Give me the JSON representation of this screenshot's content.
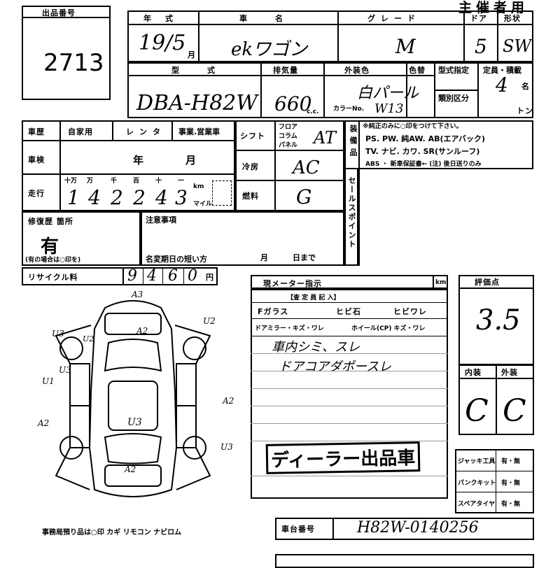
{
  "lot": {
    "label": "出品番号",
    "number": "2713"
  },
  "header_title": "主催者用",
  "row1": {
    "nenshiki_label": "年式",
    "nenshiki_value": "19/5",
    "nenshiki_month": "月",
    "name_label": "車名",
    "name_value": "ekワゴン",
    "grade_label": "グレード",
    "grade_value": "M",
    "door_label": "ドア",
    "door_value": "5",
    "form_label": "形状",
    "form_value": "SW"
  },
  "row2": {
    "model_label": "型式",
    "model_value": "DBA-H82W",
    "cc_label": "排気量",
    "cc_value": "660",
    "cc_unit": "c.c.",
    "exterior_label": "外装色",
    "exterior_value": "白パール",
    "colorcode_label": "色替",
    "color_no_label": "カラーNo.",
    "color_no_value": "W13",
    "spec_label": "型式指定",
    "class_label": "類別区分",
    "capacity_label": "定員・積載",
    "capacity_value": "4",
    "capacity_unit": "名",
    "ton_unit": "トン"
  },
  "history": {
    "label": "車歴",
    "own": "自家用",
    "rental": "レンタ",
    "business": "事業.営業車"
  },
  "inspection": {
    "label": "車検",
    "year": "年",
    "month": "月"
  },
  "mileage": {
    "label": "走行",
    "digit_labels": [
      "十万",
      "万",
      "千",
      "百",
      "十",
      "一"
    ],
    "digits": [
      "1",
      "4",
      "2",
      "2",
      "4",
      "3"
    ],
    "unit_km": "km",
    "unit_mile": "マイル"
  },
  "shift": {
    "label": "シフト",
    "floor": "フロア",
    "column": "コラム",
    "panel": "パネル",
    "value": "AT"
  },
  "cooler": {
    "label": "冷房",
    "value": "AC"
  },
  "fuel": {
    "label": "燃料",
    "value": "G"
  },
  "equipment": {
    "label": "装備品",
    "note": "※純正のみに○印をつけて下さい。",
    "line1": "PS. PW. 純AW. AB(エアバック)",
    "line2": "TV. ナビ. カワ. SR(サンルーフ)",
    "line3": "ABS ・ 新車保証書← (注) 後日送りのみ"
  },
  "sales_point_label": "セールスポイント",
  "repair": {
    "label": "修復歴 箇所",
    "value": "有",
    "note": "(有の場合は○印を)"
  },
  "notes": {
    "label": "注意事項",
    "rename_label": "名変期日の短い方",
    "month": "月",
    "day": "日まで"
  },
  "recycle": {
    "label": "リサイクル料",
    "digits": [
      "9",
      "4",
      "6",
      "0"
    ],
    "unit": "円"
  },
  "meter": {
    "label": "現メーター指示",
    "unit": "km"
  },
  "inspector": {
    "label": "【査 定 員 記 入】",
    "glass_label": "Fガラス",
    "glass_a": "ヒビ石",
    "glass_b": "ヒビワレ",
    "mirror_label": "ドアミラー・キズ・ワレ",
    "wheel_label": "ホイール(CP) キズ・ワレ",
    "remark1": "車内シミ、スレ",
    "remark2": "ドアコアダポースレ"
  },
  "dealer_stamp": "ディーラー出品車",
  "score": {
    "label": "評価点",
    "value": "3.5"
  },
  "interior": {
    "label": "内装",
    "value": "C"
  },
  "exterior_grade": {
    "label": "外装",
    "value": "C"
  },
  "kits": [
    {
      "label": "ジャッキ工具",
      "value": "有・無"
    },
    {
      "label": "パンクキット",
      "value": "有・無"
    },
    {
      "label": "スペアタイヤ",
      "value": "有・無"
    }
  ],
  "chassis": {
    "label": "車台番号",
    "value": "H82W-0140256"
  },
  "diagram_marks": [
    "A3",
    "A2",
    "U2",
    "U3",
    "U2",
    "U3",
    "U1",
    "A2",
    "U3",
    "A2",
    "U3",
    "A2"
  ],
  "office_items": "事務局預り品は○印   カギ  リモコン  ナビロム"
}
